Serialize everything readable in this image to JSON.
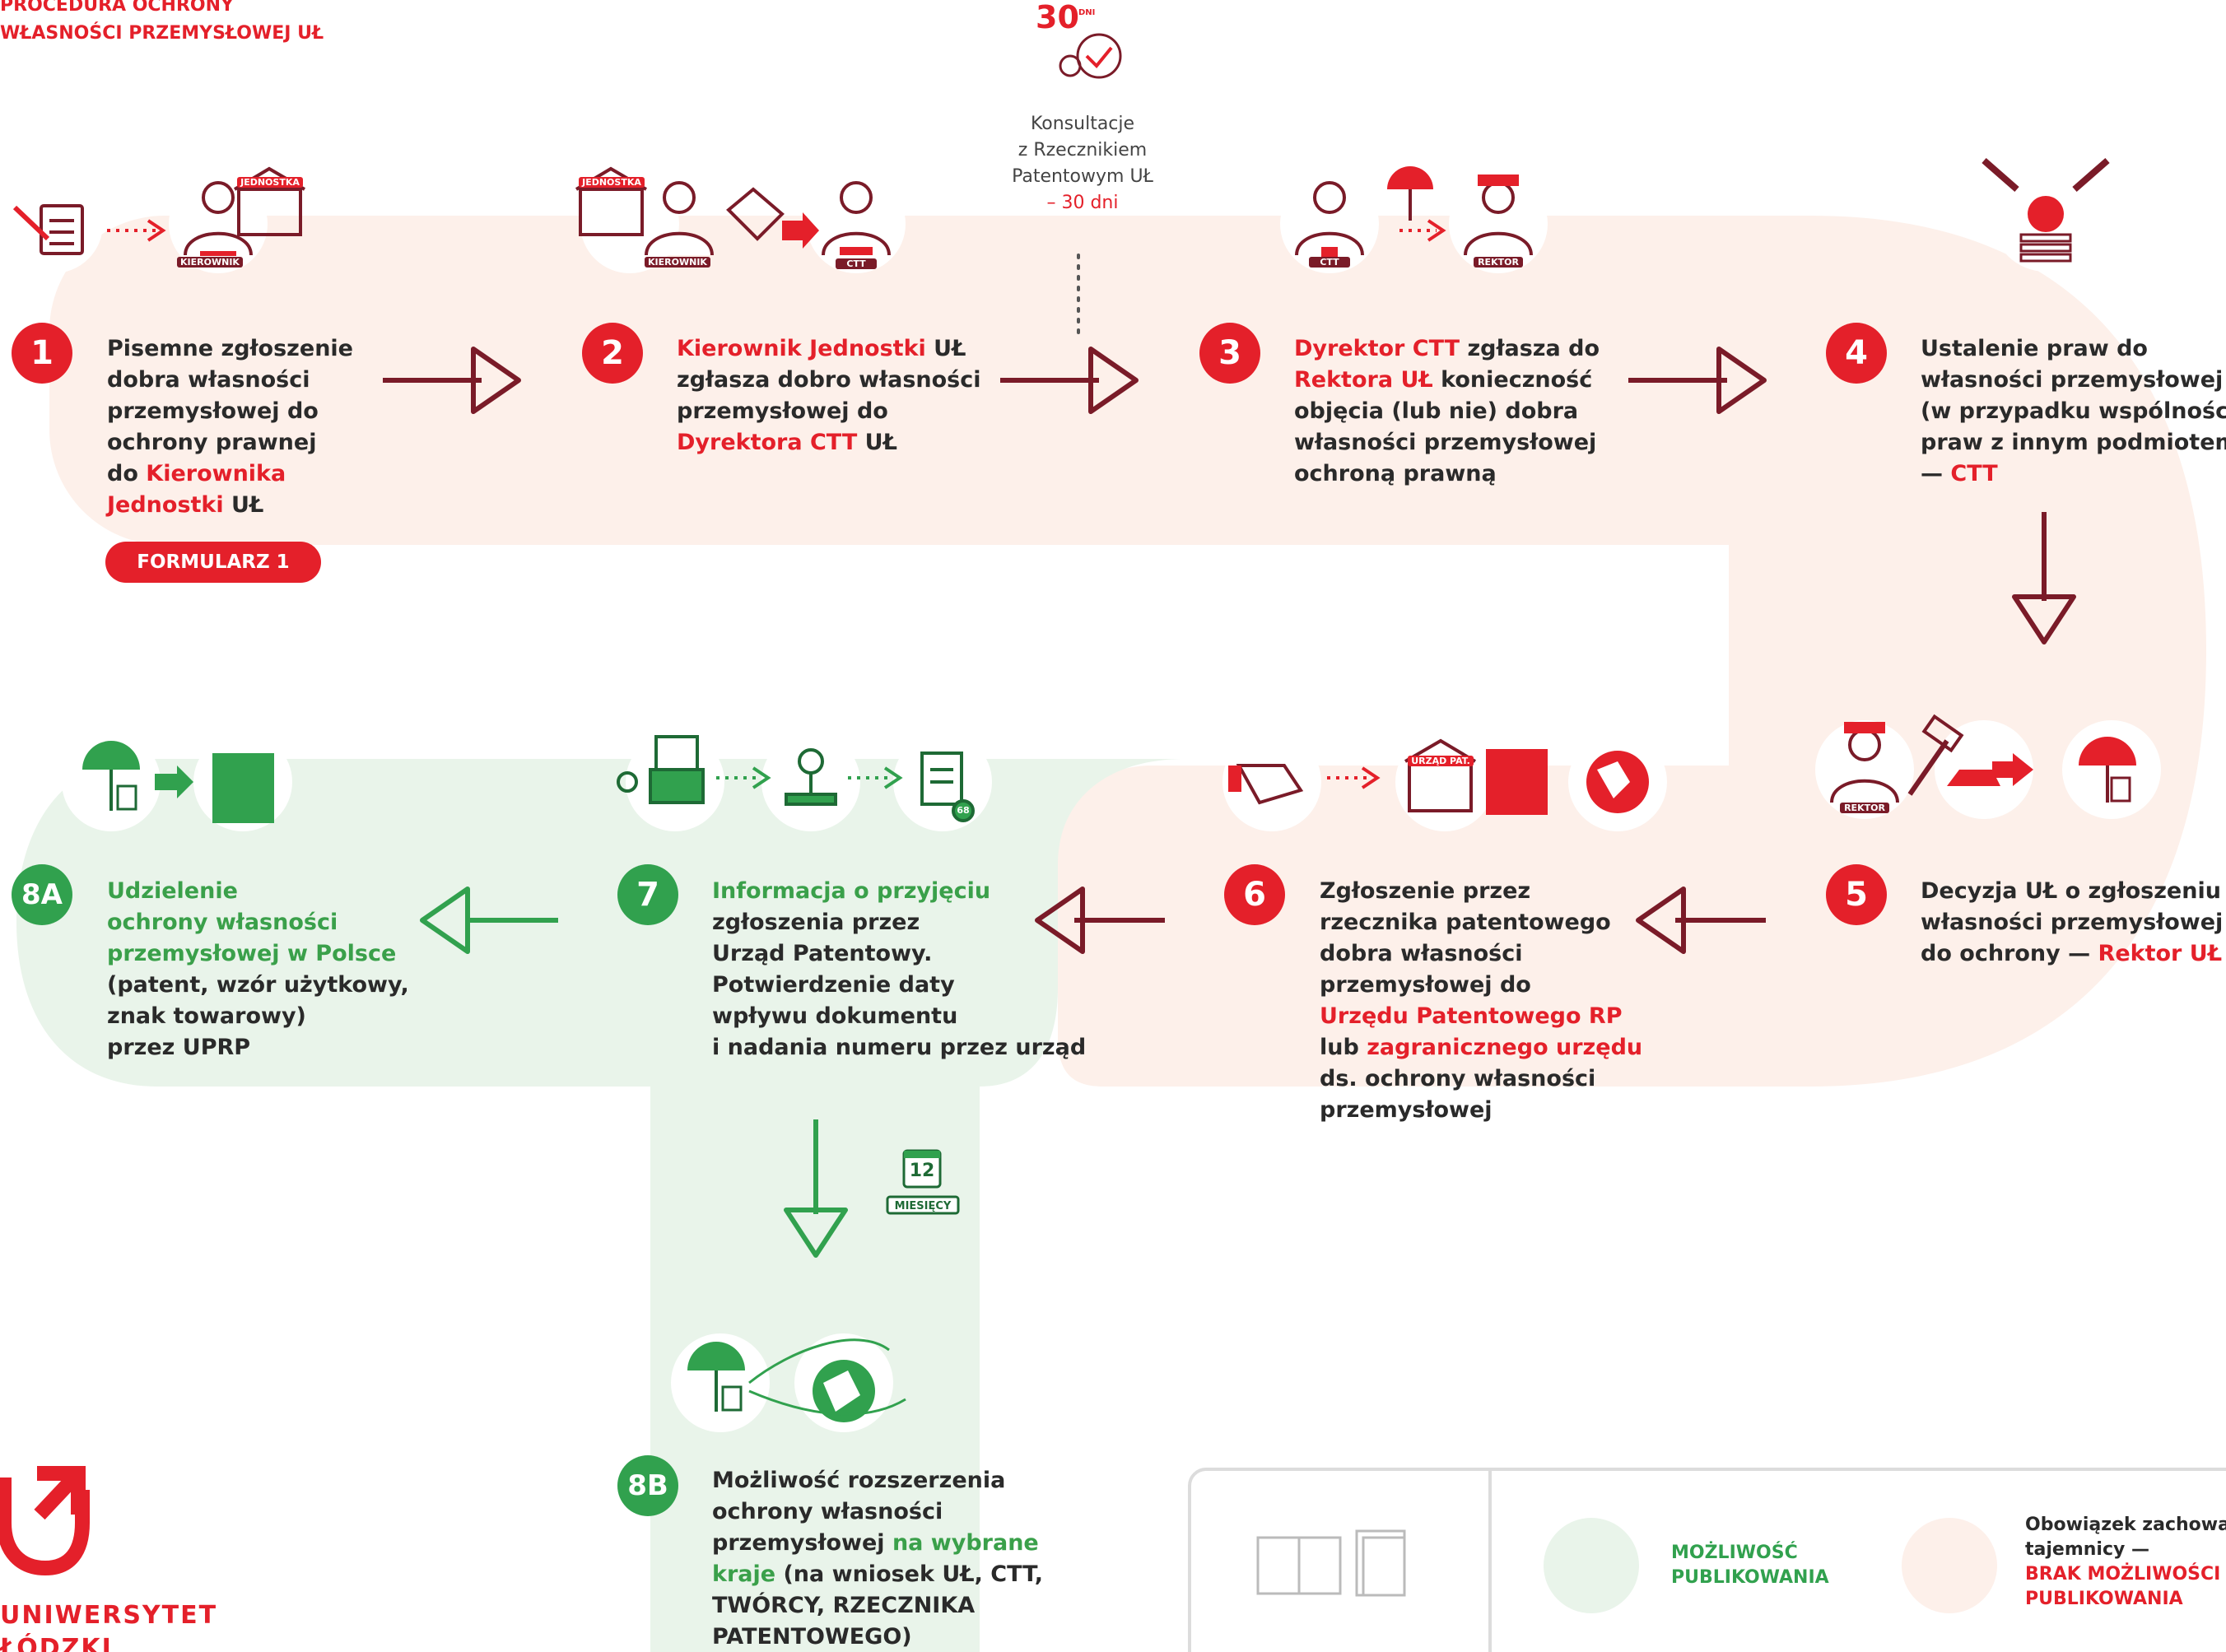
{
  "header": {
    "title_line1": "PROCEDURA OCHRONY",
    "title_line2": "WŁASNOŚCI PRZEMYSŁOWEJ UŁ"
  },
  "consultation": {
    "days": "30",
    "days_unit": "DNI",
    "line1": "Konsultacje",
    "line2": "z Rzecznikiem",
    "line3": "Patentowym UŁ",
    "line4": "– 30 dni"
  },
  "steps": {
    "s1": {
      "num": "1",
      "l1": "Pisemne zgłoszenie",
      "l2": "dobra własności",
      "l3": "przemysłowej do",
      "l4": "ochrony prawnej",
      "l5a": "do ",
      "l5b": "Kierownika",
      "l6a": "Jednostki",
      "l6b": " UŁ",
      "form": "FORMULARZ 1"
    },
    "s2": {
      "num": "2",
      "l1a": "Kierownik Jednostki",
      "l1b": " UŁ",
      "l2": "zgłasza dobro własności",
      "l3": "przemysłowej do",
      "l4a": "Dyrektora CTT",
      "l4b": " UŁ"
    },
    "s3": {
      "num": "3",
      "l1a": "Dyrektor CTT",
      "l1b": " zgłasza do",
      "l2a": "Rektora UŁ",
      "l2b": " konieczność",
      "l3": "objęcia (lub nie) dobra",
      "l4": "własności przemysłowej",
      "l5": "ochroną prawną"
    },
    "s4": {
      "num": "4",
      "l1": "Ustalenie praw do",
      "l2": "własności przemysłowej",
      "l3": "(w przypadku wspólności",
      "l4": "praw z innym podmiotem)",
      "l5a": "— ",
      "l5b": "CTT"
    },
    "s5": {
      "num": "5",
      "l1": "Decyzja UŁ o zgłoszeniu",
      "l2": "własności przemysłowej",
      "l3a": "do ochrony — ",
      "l3b": "Rektor UŁ"
    },
    "s6": {
      "num": "6",
      "l1": "Zgłoszenie przez",
      "l2": "rzecznika patentowego",
      "l3": "dobra własności",
      "l4": "przemysłowej do",
      "l5": "Urzędu Patentowego RP",
      "l6a": "lub ",
      "l6b": "zagranicznego urzędu",
      "l7": "ds. ochrony własności",
      "l8": "przemysłowej"
    },
    "s7": {
      "num": "7",
      "l1": "Informacja o przyjęciu",
      "l2": "zgłoszenia przez",
      "l3": "Urząd Patentowy.",
      "l4": "Potwierdzenie daty",
      "l5": "wpływu dokumentu",
      "l6": "i nadania numeru przez urząd"
    },
    "s8a": {
      "num": "8A",
      "l1": "Udzielenie",
      "l2": "ochrony własności",
      "l3": "przemysłowej w Polsce",
      "l4": "(patent, wzór użytkowy,",
      "l5": "znak towarowy)",
      "l6": "przez UPRP"
    },
    "s8b": {
      "num": "8B",
      "l1": "Możliwość rozszerzenia",
      "l2": "ochrony własności",
      "l3a": "przemysłowej ",
      "l3b": "na wybrane",
      "l4a": "kraje",
      "l4b": " (na wniosek UŁ, CTT,",
      "l5": "TWÓRCY, RZECZNIKA",
      "l6": "PATENTOWEGO)"
    }
  },
  "badges": {
    "kierownik": "KIEROWNIK",
    "jednostka": "JEDNOSTKA",
    "ctt": "CTT",
    "rektor": "REKTOR",
    "urzad": "URZĄD PAT.",
    "days12": "12",
    "miesiecy": "MIESIĘCY",
    "doc_num": "68"
  },
  "legend": {
    "green_l1": "MOŻLIWOŚĆ",
    "green_l2": "PUBLIKOWANIA",
    "red_l1": "Obowiązek zachowania",
    "red_l2": "tajemnicy —",
    "red_l3": "BRAK MOŻLIWOŚCI",
    "red_l4": "PUBLIKOWANIA"
  },
  "logo": {
    "line1": "UNIWERSYTET",
    "line2": "ŁÓDZKI"
  },
  "colors": {
    "red": "#e4202a",
    "dark_red": "#7a1b28",
    "green": "#31a14e",
    "pink_band": "#fdf0ea",
    "green_band": "#e9f4ea"
  }
}
